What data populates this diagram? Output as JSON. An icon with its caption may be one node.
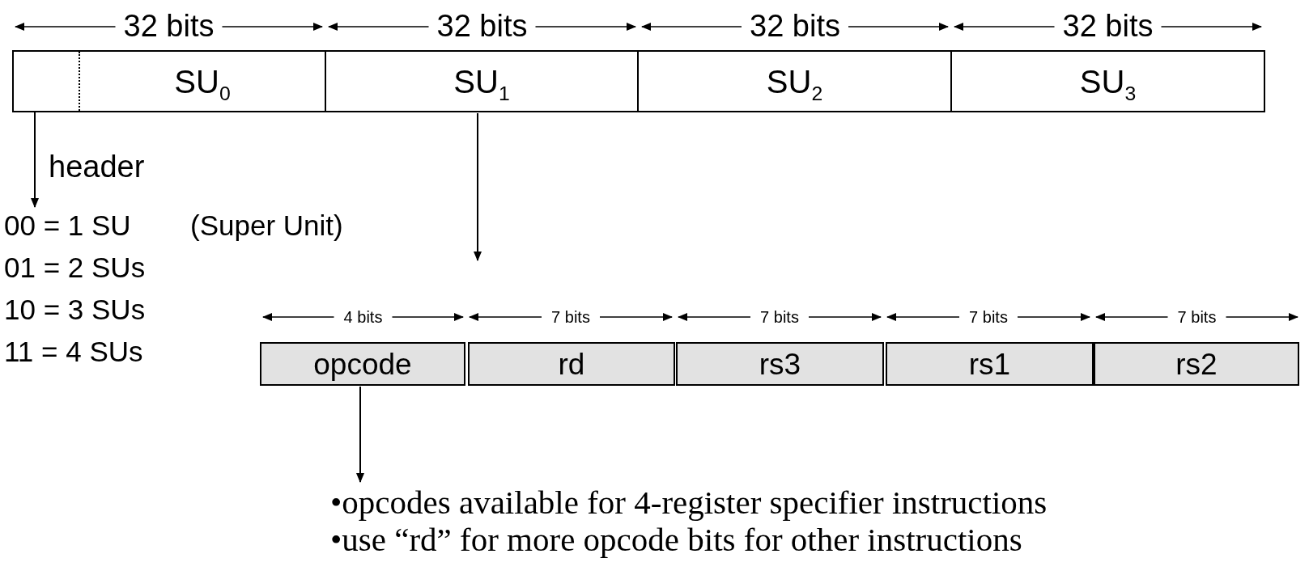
{
  "diagram": {
    "nodes": [
      {
        "text": [
          "SU$_{0}$"
        ]
      },
      {
        "text": [],
        "shape": "box",
        "in": 0
      },
      {
        "text": [
          "SU$_{1}$"
        ]
      },
      {
        "text": [
          "SU$_{2}$"
        ]
      },
      {
        "text": [
          "SU$_{3}$"
        ]
      },
      {
        "text": [
          "00 = 1 SU",
          "(Super Unit)",
          "01 = 2 SUs",
          "10 = 3 SUs",
          "11 = 4 SUs"
        ]
      },
      {
        "text": [
          "opcode"
        ]
      },
      {
        "text": [
          "rd"
        ]
      },
      {
        "text": [
          "rs3"
        ]
      },
      {
        "text": [
          "rs1"
        ]
      },
      {
        "text": [
          "rs2"
        ]
      },
      {
        "text": [
          "•opcodes available for 4-register specifier instructions",
          "•use “rd” for more opcode bits for other instructions"
        ]
      }
    ],
    "edges": [
      {
        "from": 1,
        "to": 5,
        "arrow": "to",
        "label": "header"
      },
      {
        "from": 2,
        "to": null,
        "arrow": "to"
      },
      {
        "from": 6,
        "to": 11,
        "arrow": "to"
      }
    ],
    "labels": [
      "32 bits",
      "32 bits",
      "32 bits",
      "32 bits",
      "4 bits",
      "7 bits",
      "7 bits",
      "7 bits",
      "7 bits"
    ]
  }
}
